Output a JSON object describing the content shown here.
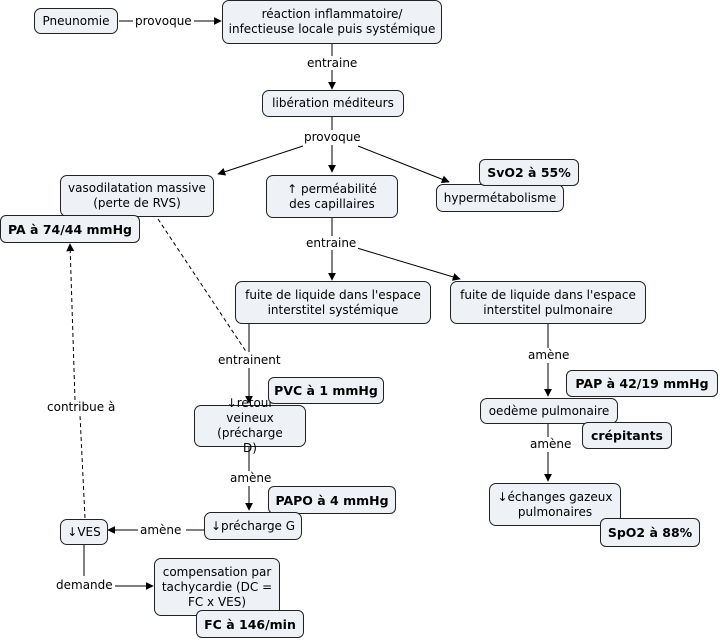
{
  "nodes": {
    "pneumonie": "Pneunomie",
    "reaction": "réaction inflammatoire/ infectieuse locale puis systémique",
    "liberation": "libération méditeurs",
    "vasodilatation": "vasodilatation massive (perte de RVS)",
    "pa": "PA à 74/44 mmHg",
    "permeabilite": "↑ perméabilité des capillaires",
    "svo2": "SvO2 à 55%",
    "hypermetabolisme": "hypermétabolisme",
    "fuite_systemique": "fuite de liquide dans l'espace interstitel systémique",
    "fuite_pulmonaire": "fuite de liquide dans l'espace interstitel pulmonaire",
    "pvc": "PVC à 1 mmHg",
    "retour_veineux": "↓retour veineux (précharge D)",
    "pap": "PAP à 42/19 mmHg",
    "oedeme": "oedème pulmonaire",
    "crepitants": "crépitants",
    "echanges": "↓échanges gazeux pulmonaires",
    "spo2": "SpO2 à 88%",
    "papo": "PAPO à 4 mmHg",
    "precharge_g": "↓précharge G",
    "ves": "↓VES",
    "compensation": "compensation par tachycardie (DC = FC x VES)",
    "fc": "FC à 146/min"
  },
  "links": {
    "provoque_1": "provoque",
    "entraine_1": "entraine",
    "provoque_2": "provoque",
    "entraine_2": "entraine",
    "entrainent": "entrainent",
    "amene_pulm_1": "amène",
    "amene_pulm_2": "amène",
    "amene_retour": "amène",
    "amene_ves": "amène",
    "contribue": "contribue à",
    "demande": "demande"
  }
}
